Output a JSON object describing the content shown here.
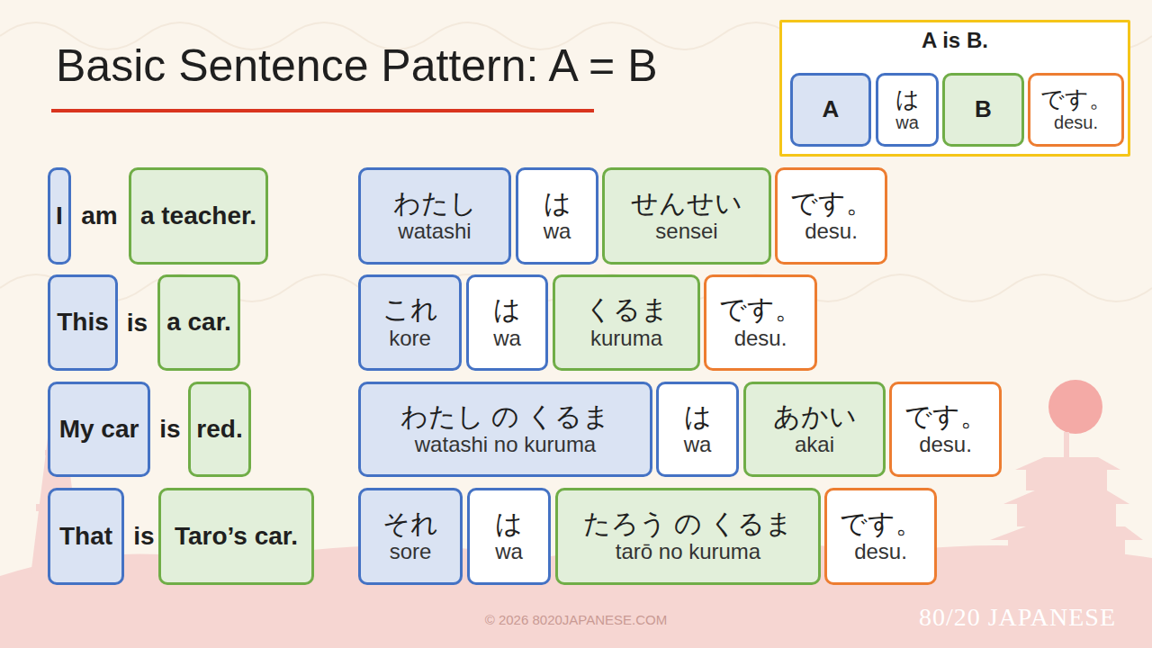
{
  "diagram": {
    "title": "Basic Sentence Pattern: A = B",
    "nodes": [
      {
        "text": [
          "A is B."
        ]
      },
      {
        "text": [
          "A"
        ],
        "in": 0
      },
      {
        "text": [
          "は",
          "wa"
        ],
        "in": 0
      },
      {
        "text": [
          "B"
        ],
        "in": 0
      },
      {
        "text": [
          "です。",
          "desu."
        ],
        "in": 0
      },
      {
        "text": [
          "I"
        ]
      },
      {
        "text": [
          "a teacher."
        ]
      },
      {
        "text": [
          "わたし",
          "watashi"
        ]
      },
      {
        "text": [
          "は",
          "wa"
        ]
      },
      {
        "text": [
          "せんせい",
          "sensei"
        ]
      },
      {
        "text": [
          "です。",
          "desu."
        ]
      },
      {
        "text": [
          "This"
        ]
      },
      {
        "text": [
          "a car."
        ]
      },
      {
        "text": [
          "これ",
          "kore"
        ]
      },
      {
        "text": [
          "は",
          "wa"
        ]
      },
      {
        "text": [
          "くるま",
          "kuruma"
        ]
      },
      {
        "text": [
          "です。",
          "desu."
        ]
      },
      {
        "text": [
          "My car"
        ]
      },
      {
        "text": [
          "red."
        ]
      },
      {
        "text": [
          "わたし の くるま",
          "watashi no kuruma"
        ]
      },
      {
        "text": [
          "は",
          "wa"
        ]
      },
      {
        "text": [
          "あかい",
          "akai"
        ]
      },
      {
        "text": [
          "です。",
          "desu."
        ]
      },
      {
        "text": [
          "That"
        ]
      },
      {
        "text": [
          "Taro’s car."
        ]
      },
      {
        "text": [
          "それ",
          "sore"
        ]
      },
      {
        "text": [
          "は",
          "wa"
        ]
      },
      {
        "text": [
          "たろう の くるま",
          "tarō no kuruma"
        ]
      },
      {
        "text": [
          "です。",
          "desu."
        ]
      }
    ],
    "labels": [
      "am",
      "is",
      "is",
      "is",
      "© 2026 8020JAPANESE.COM",
      "80/20 JAPANESE"
    ]
  }
}
